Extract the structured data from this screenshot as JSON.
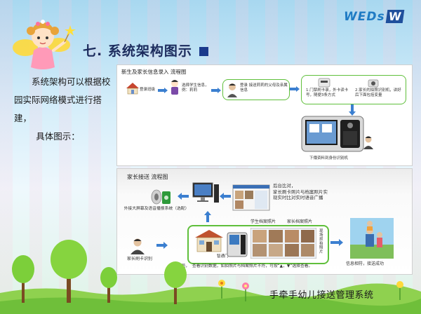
{
  "slide": {
    "title": "七.  系统架构图示",
    "intro_line1": "系统架构可以根据校园实际网络模式进行搭建，",
    "intro_line2": "具体图示：",
    "footer": "手牵手幼儿接送管理系统"
  },
  "logo": {
    "text": "WEDs",
    "w": "W"
  },
  "top_panel": {
    "title": "新生及家长信息录入 流程图",
    "step_login": "登录班级",
    "step_select": "选择学生信息，例：莉莉",
    "step_register": "登录    接送莉莉的父母及亲属信息",
    "step_swipe": "1.门禁刷卡录，外卡读卡号，随便3条方式",
    "step_photo": "2.家长的拍照识别机，讲好后下面包括变量",
    "step_device": "下傳资料到身份识别机"
  },
  "bottom_panel": {
    "title": "家长接送 流程图",
    "big_screen": "外接大屏幕及语音播报系统（选配）",
    "compare_title": "后台比对，",
    "compare_body": "家长刷卡照片与档案照片实现实时比对实时语音广播",
    "parent_swipe": "家长刷卡识别",
    "gate": "智通门",
    "student_photo": "学生档案照片",
    "parent_photo": "家长档案照片",
    "vertical_label": "现场抓拍照片",
    "teacher_step": "管理员，",
    "teacher_desc": "查看识别数据，如拍照片与档案照片不符，可按“▲，▼”选择查看。",
    "success": "信息相符，接送成功"
  },
  "colors": {
    "title": "#1b2a5c",
    "accent_green": "#5fbf3b",
    "arrow_blue": "#3b7fd0",
    "logo_blue": "#1f7bc4"
  }
}
